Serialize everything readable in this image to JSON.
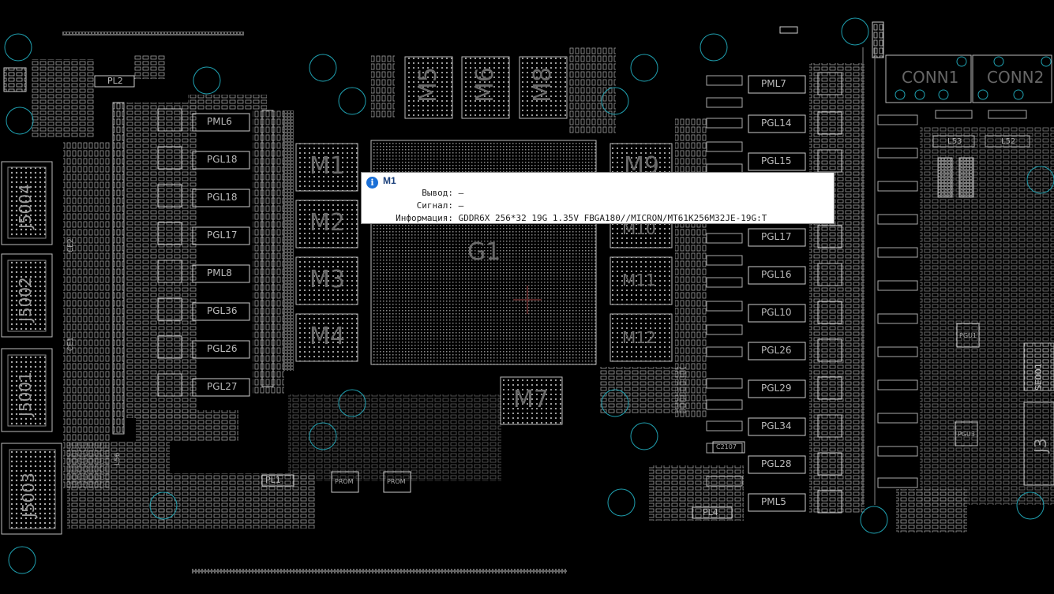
{
  "tooltip": {
    "title": "M1",
    "rows": [
      {
        "key": "Вывод:",
        "value": "—"
      },
      {
        "key": "Сигнал:",
        "value": "—"
      },
      {
        "key": "Информация:",
        "value": "GDDR6X 256*32 19G 1.35V FBGA180//MICRON/MT61K256M32JE-19G:T"
      }
    ]
  },
  "memory_labels": [
    "M1",
    "M2",
    "M3",
    "M4",
    "M5",
    "M6",
    "M7",
    "M8",
    "M9",
    "M10",
    "M11",
    "M12"
  ],
  "gpu_label": "G1",
  "connectors": [
    "J5004",
    "J5002",
    "J5001",
    "J5003",
    "J3"
  ],
  "conn_top": [
    "CONN1",
    "CONN2"
  ],
  "component_labels": {
    "pml": [
      "PML6",
      "PML8",
      "PML7",
      "PML5",
      "PL2",
      "PL1",
      "PL4"
    ],
    "pgl_left": [
      "PGL18",
      "PGL18",
      "PGL17",
      "PGL36",
      "PGL26",
      "PGL27"
    ],
    "pgl_right": [
      "PGL14",
      "PGL15",
      "PGL17",
      "PGL16",
      "PGL10",
      "PGL26",
      "PGL29",
      "PGL34",
      "PGL28"
    ],
    "misc": [
      "L53",
      "L52",
      "PROM",
      "PROM",
      "SE001",
      "PGU1",
      "PGU3",
      "C2107",
      "L56",
      "CE1",
      "CE2"
    ]
  },
  "colors": {
    "background": "#000000",
    "silkscreen": "#c8c8c8",
    "hole": "#1fa0b0",
    "tooltip_icon": "#1a6fd6"
  }
}
